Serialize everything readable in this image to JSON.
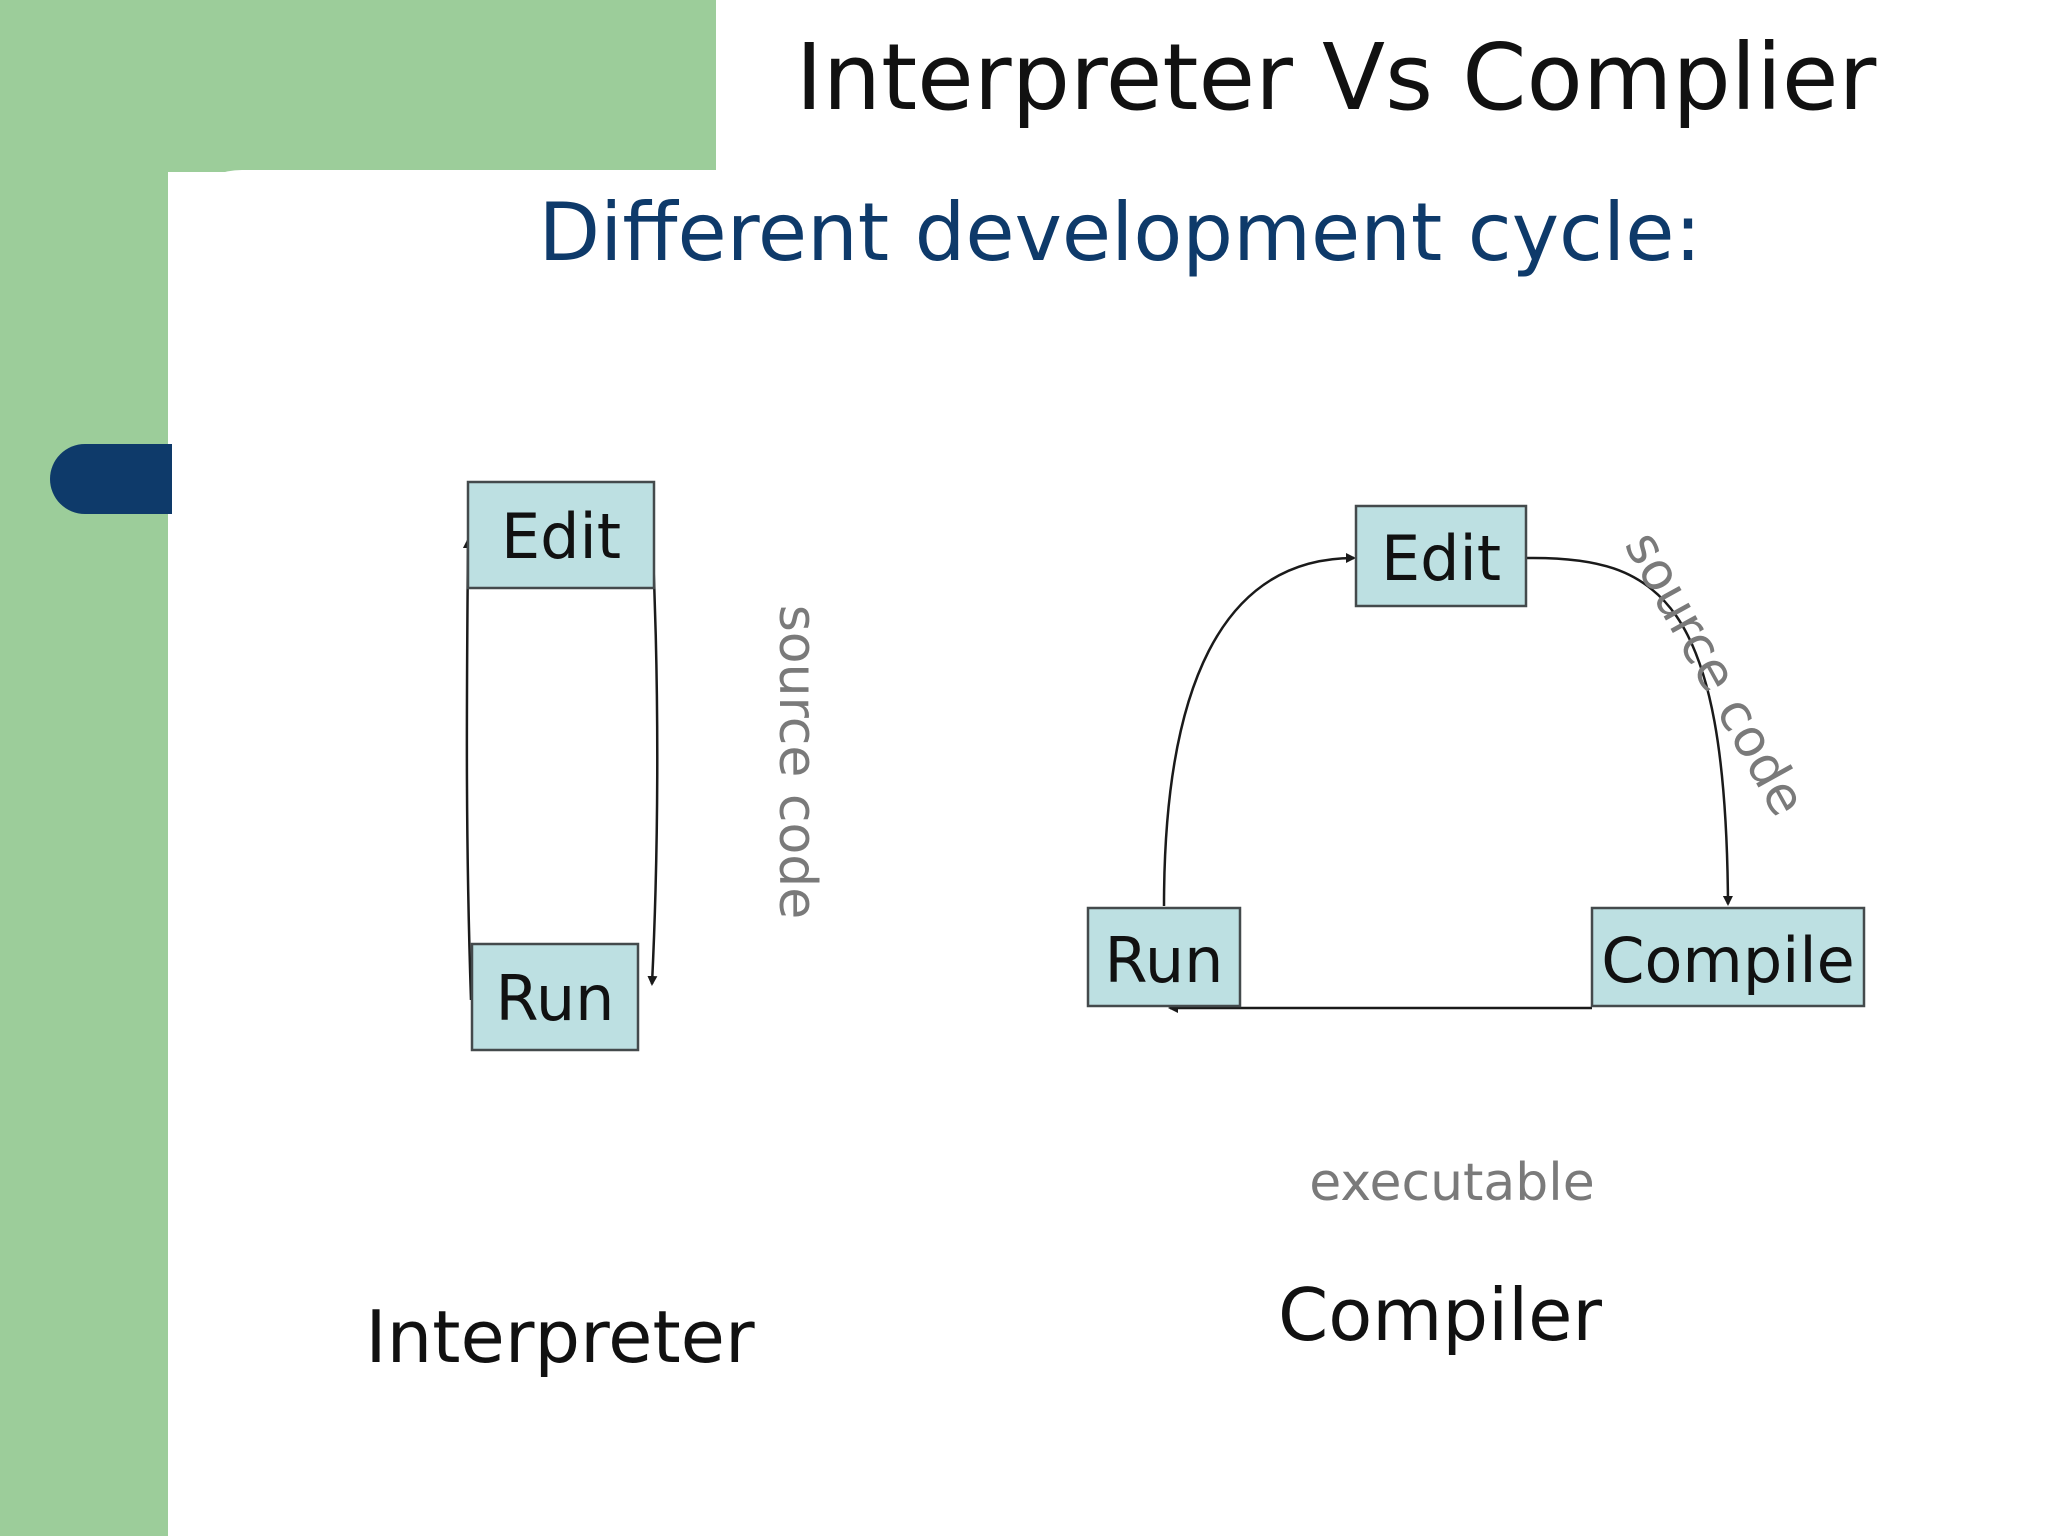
{
  "colors": {
    "green": "#9ccd9a",
    "navy": "#0e3a6a",
    "box_fill": "#bde0e2",
    "gray": "#7a7a7a"
  },
  "slide": {
    "title": "Interpreter Vs Complier",
    "subtitle": "Different development cycle:"
  },
  "interpreter": {
    "nodes": {
      "edit": "Edit",
      "run": "Run"
    },
    "edge_label": "source code",
    "caption": "Interpreter"
  },
  "compiler": {
    "nodes": {
      "edit": "Edit",
      "compile": "Compile",
      "run": "Run"
    },
    "edge_labels": {
      "source_code": "source code",
      "executable": "executable"
    },
    "caption": "Compiler"
  }
}
